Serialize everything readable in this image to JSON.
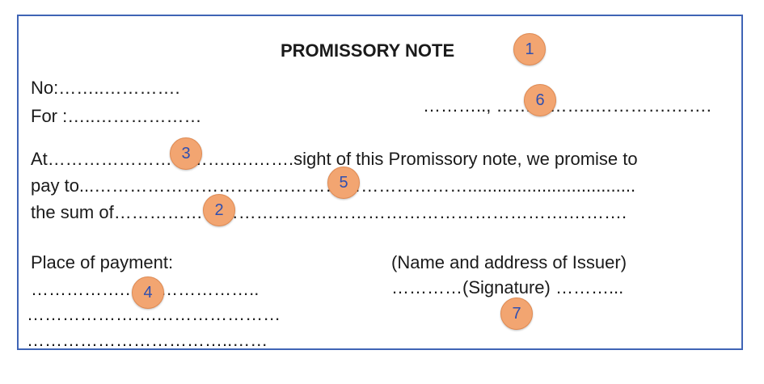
{
  "document": {
    "title": "PROMISSORY NOTE",
    "no_line": "No:……..………….",
    "for_line": "For :…..………………",
    "date_line": "………..,  ……………..………….…….",
    "at_line": "At………………………….….…….sight of this Promissory note, we promise to",
    "pay_line": "pay to...………………………………………………………..................................",
    "sum_line": "the sum of……………………………….………………………………….……….",
    "place_label": "Place of payment:",
    "place_line1": "…………….…………………..",
    "place_line2": "………………….…………………",
    "place_line3": "……………………………..……",
    "issuer_label": "(Name and address of Issuer)",
    "signature_line": "…………(Signature) ………..."
  },
  "callouts": [
    "1",
    "6",
    "3",
    "5",
    "2",
    "4",
    "7"
  ],
  "colors": {
    "frame": "#3f64b5",
    "badge_fill": "#f2a571",
    "badge_text": "#2f4fb0"
  }
}
